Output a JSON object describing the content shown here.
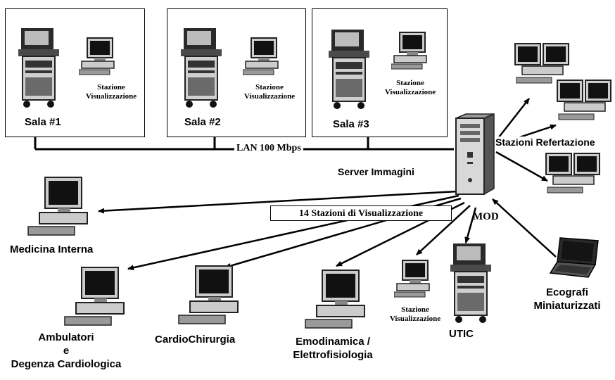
{
  "rooms": [
    {
      "label": "Sala #1",
      "station_line1": "Stazione",
      "station_line2": "Visualizzazione"
    },
    {
      "label": "Sala #2",
      "station_line1": "Stazione",
      "station_line2": "Visualizzazione"
    },
    {
      "label": "Sala #3",
      "station_line1": "Stazione",
      "station_line2": "Visualizzazione"
    }
  ],
  "lan_label": "LAN 100 Mbps",
  "server_label": "Server Immagini",
  "refertazione_label": "Stazioni Refertazione",
  "visual_stations_label": "14 Stazioni di Visualizzazione",
  "mod_label": "MOD",
  "departments": {
    "medicina": "Medicina Interna",
    "ambulatori_line1": "Ambulatori",
    "ambulatori_line2": "e",
    "ambulatori_line3": "Degenza Cardiologica",
    "cardiochirurgia": "CardioChirurgia",
    "emodinamica_line1": "Emodinamica /",
    "emodinamica_line2": "Elettrofisiologia",
    "utic": "UTIC",
    "utic_station_line1": "Stazione",
    "utic_station_line2": "Visualizzazione",
    "ecografi_line1": "Ecografi",
    "ecografi_line2": "Miniaturizzati"
  },
  "colors": {
    "line": "#000000",
    "screen": "#111111",
    "case": "#d8d8d8",
    "case_dark": "#6a6a6a"
  }
}
